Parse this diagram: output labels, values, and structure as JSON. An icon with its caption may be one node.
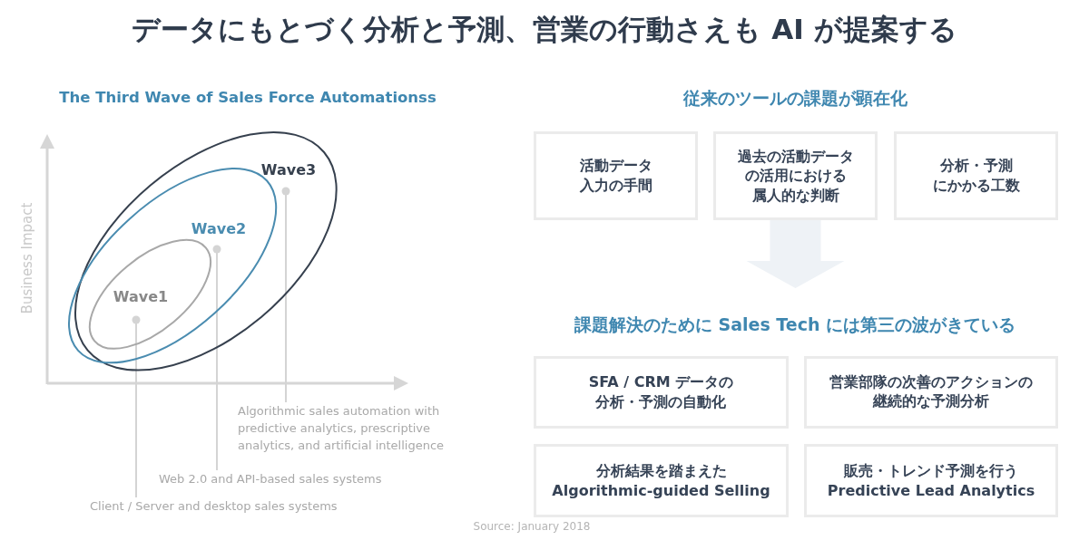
{
  "diagram": {
    "title": "データにもとづく分析と予測、営業の行動さえも AI が提案する",
    "nodes": [
      {
        "text": [
          "Wave3"
        ]
      },
      {
        "text": [
          "Wave2"
        ],
        "in": 0
      },
      {
        "text": [
          "Wave1"
        ],
        "in": 1
      },
      {
        "text": [
          "Algorithmic sales automation with predictive analytics, prescriptive analytics, and artificial intelligence"
        ]
      },
      {
        "text": [
          "Web 2.0 and API-based sales systems"
        ]
      },
      {
        "text": [
          "Client / Server and desktop sales systems"
        ]
      },
      {
        "text": [
          "活動データ入力の手間"
        ]
      },
      {
        "text": [
          "過去の活動データの活用における属人的な判断"
        ]
      },
      {
        "text": [
          "分析・予測にかかる工数"
        ]
      },
      {
        "text": [
          "SFA / CRM データの分析・予測の自動化"
        ]
      },
      {
        "text": [
          "営業部隊の次善のアクションの継続的な予測分析"
        ]
      },
      {
        "text": [
          "分析結果を踏まえたAlgorithmic-guided Selling"
        ]
      },
      {
        "text": [
          "販売・トレンド予測を行うPredictive Lead Analytics"
        ]
      }
    ],
    "edges": [
      {
        "from": 0,
        "to": 3,
        "arrow": "other"
      },
      {
        "from": 1,
        "to": 4,
        "arrow": "other"
      },
      {
        "from": 2,
        "to": 5,
        "arrow": "other"
      },
      {
        "from": 7,
        "to": null,
        "arrow": "to",
        "style": "thick",
        "color": "#eef2f6"
      }
    ],
    "labels": [
      "The Third Wave of Sales Force Automationss",
      "Business Impact",
      "従来のツールの課題が顕在化",
      "課題解決のために Sales Tech には第三の波がきている",
      "Source: January 2018"
    ]
  }
}
